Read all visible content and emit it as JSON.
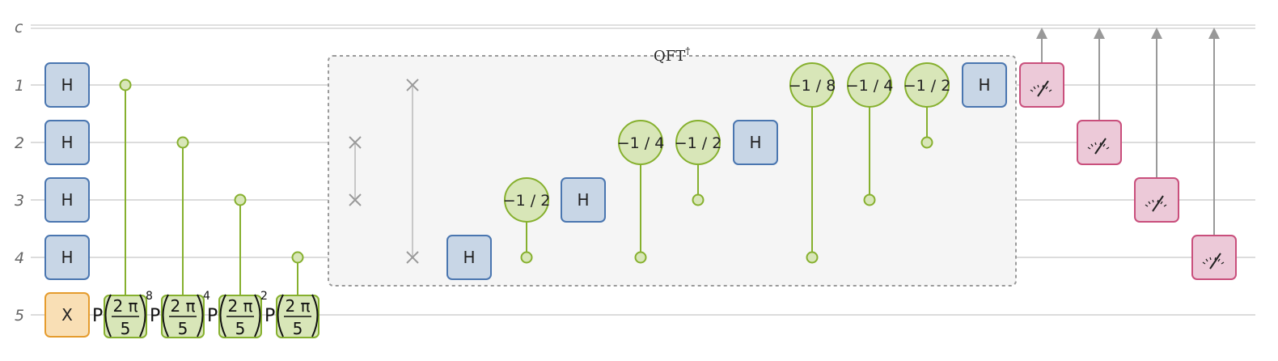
{
  "wire_labels": [
    "c",
    "1",
    "2",
    "3",
    "4",
    "5"
  ],
  "gates": {
    "h": "H",
    "x": "X"
  },
  "qft_label": "QFT",
  "qft_dagger": "†",
  "phase_labels": {
    "a": "−1 / 2",
    "b": "−1 / 4",
    "c": "−1 / 2",
    "d": "−1 / 8",
    "e": "−1 / 4",
    "f": "−1 / 2"
  },
  "pgates": [
    {
      "prefix": "P",
      "num": "2 π",
      "den": "5",
      "exponent": "8"
    },
    {
      "prefix": "P",
      "num": "2 π",
      "den": "5",
      "exponent": "4"
    },
    {
      "prefix": "P",
      "num": "2 π",
      "den": "5",
      "exponent": "2"
    },
    {
      "prefix": "P",
      "num": "2 π",
      "den": "5",
      "exponent": ""
    }
  ],
  "colors": {
    "hadamard": "#c8d6e6",
    "x_gate": "#f9dfb5",
    "control": "#86b02e",
    "measure": "#ecc9d8"
  },
  "icons": [
    "measure-meter-icon",
    "swap-x-icon",
    "control-dot-icon"
  ]
}
